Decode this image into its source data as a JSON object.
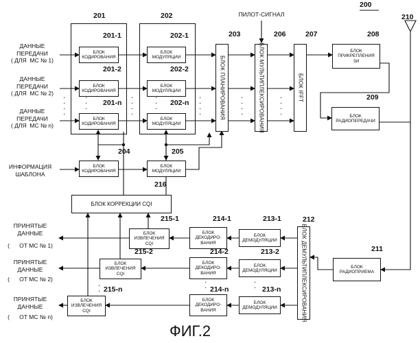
{
  "figure": {
    "id": "200",
    "caption": "ФИГ.2"
  },
  "inputs": {
    "tx1": "ДАННЫЕ\nПЕРЕДАЧИ\n( ДЛЯ  МС № 1)",
    "tx2": "ДАННЫЕ\nПЕРЕДАЧИ\n( ДЛЯ  МС № 2)",
    "txn": "ДАННЫЕ\nПЕРЕДАЧИ\n( ДЛЯ  МС № n)",
    "template": "ИНФОРМАЦИЯ\nШАБЛОНА",
    "pilot": "ПИЛОТ-СИГНАЛ"
  },
  "outputs": {
    "rx1a": "ПРИНЯТЫЕ\nДАННЫЕ",
    "rx1b": "(      ОТ МС № 1)",
    "rx2a": "ПРИНЯТЫЕ\nДАННЫЕ",
    "rx2b": "(      ОТ МС № 2)",
    "rxna": "ПРИНЯТЫЕ\nДАННЫЕ",
    "rxnb": "(      ОТ МС № n)"
  },
  "refs": {
    "r201": "201",
    "r202": "202",
    "r201_1": "201-1",
    "r201_2": "201-2",
    "r201_n": "201-n",
    "r202_1": "202-1",
    "r202_2": "202-2",
    "r202_n": "202-n",
    "r203": "203",
    "r204": "204",
    "r205": "205",
    "r206": "206",
    "r207": "207",
    "r208": "208",
    "r209": "209",
    "r210": "210",
    "r211": "211",
    "r212": "212",
    "r213_1": "213-1",
    "r213_2": "213-2",
    "r213_n": "213-n",
    "r214_1": "214-1",
    "r214_2": "214-2",
    "r214_n": "214-n",
    "r215_1": "215-1",
    "r215_2": "215-2",
    "r215_n": "215-n",
    "r216": "216"
  },
  "blocks": {
    "encode": "БЛОК\nКОДИРОВАНИЯ",
    "modulate": "БЛОК\nМОДУЛЯЦИИ",
    "schedule": "БЛОК ПЛАНИРОВАНИЯ",
    "mux": "БЛОК МУЛЬТИПЛЕКСИРОВАНИЯ",
    "ifft": "БЛОК      IFFT",
    "attach": "БЛОК\nПРИКРЕПЛЕНИЯ\nЗИ",
    "radio_tx": "БЛОК\nРАДИОПЕРЕДАЧИ",
    "radio_rx": "БЛОК\nРАДИОПРИЕМА",
    "demux": "БЛОК ДЕМУЛЬТИПЛЕКСИРОВАНИЯ",
    "demod": "БЛОК\nДЕМОДУЛЯЦИИ",
    "decode": "БЛОК\nДЕКОДИРО-\nВАНИЯ",
    "cqi_extract": "БЛОК\nИЗВЛЕЧЕНИЯ\nCQI",
    "cqi_correct": "БЛОК  КОРРЕКЦИИ CQI"
  }
}
